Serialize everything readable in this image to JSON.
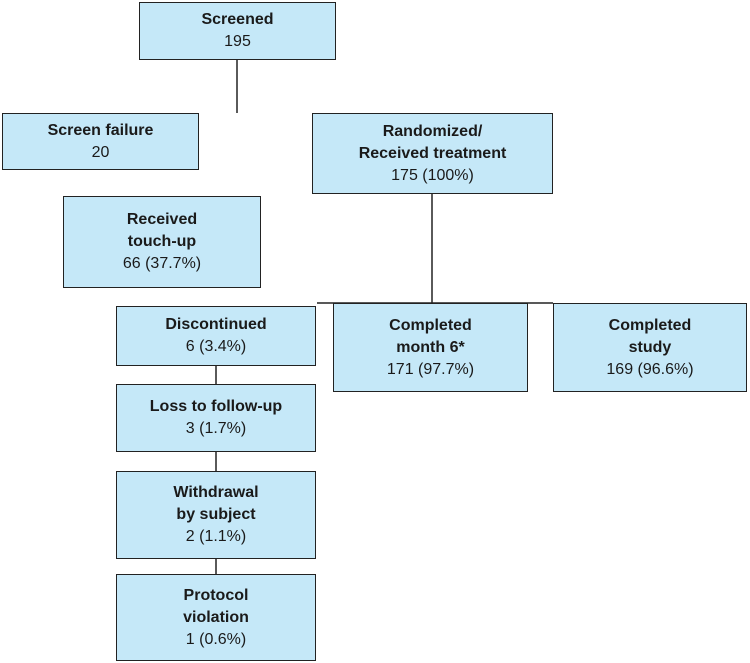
{
  "boxes": {
    "screened": {
      "title": "Screened",
      "value": "195"
    },
    "screen_failure": {
      "title": "Screen failure",
      "value": "20"
    },
    "randomized": {
      "title": "Randomized/\nReceived treatment",
      "value": "175 (100%)"
    },
    "touch_up": {
      "title": "Received\ntouch-up",
      "value": "66 (37.7%)"
    },
    "discontinued": {
      "title": "Discontinued",
      "value": "6 (3.4%)"
    },
    "completed_month6": {
      "title": "Completed\nmonth 6*",
      "value": "171 (97.7%)"
    },
    "completed_study": {
      "title": "Completed\nstudy",
      "value": "169 (96.6%)"
    },
    "loss_followup": {
      "title": "Loss to follow-up",
      "value": "3 (1.7%)"
    },
    "withdrawal": {
      "title": "Withdrawal\nby subject",
      "value": "2 (1.1%)"
    },
    "protocol": {
      "title": "Protocol\nviolation",
      "value": "1 (0.6%)"
    }
  },
  "colors": {
    "box_fill": "#c5e8f8",
    "box_border": "#222222",
    "line": "#222222"
  }
}
